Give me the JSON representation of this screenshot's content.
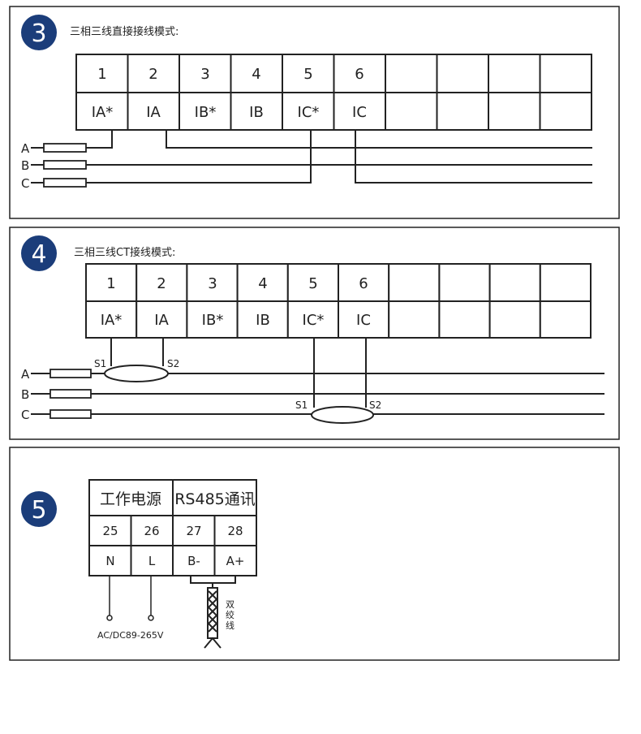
{
  "sections": [
    {
      "number": "3",
      "caption": "三相三线直接接线模式:",
      "terminals": [
        "1",
        "2",
        "3",
        "4",
        "5",
        "6"
      ],
      "signals": [
        "IA*",
        "IA",
        "IB*",
        "IB",
        "IC*",
        "IC"
      ],
      "phases": [
        "A",
        "B",
        "C"
      ]
    },
    {
      "number": "4",
      "caption": "三相三线CT接线模式:",
      "terminals": [
        "1",
        "2",
        "3",
        "4",
        "5",
        "6"
      ],
      "signals": [
        "IA*",
        "IA",
        "IB*",
        "IB",
        "IC*",
        "IC"
      ],
      "phases": [
        "A",
        "B",
        "C"
      ],
      "ct_labels": [
        "S1",
        "S2",
        "S1",
        "S2"
      ]
    },
    {
      "number": "5",
      "power_header": "工作电源",
      "comm_header": "RS485通讯",
      "terminals": [
        "25",
        "26",
        "27",
        "28"
      ],
      "signals": [
        "N",
        "L",
        "B-",
        "A+"
      ],
      "supply_label": "AC/DC89-265V",
      "twisted_pair_label": [
        "双",
        "绞",
        "线"
      ]
    }
  ]
}
